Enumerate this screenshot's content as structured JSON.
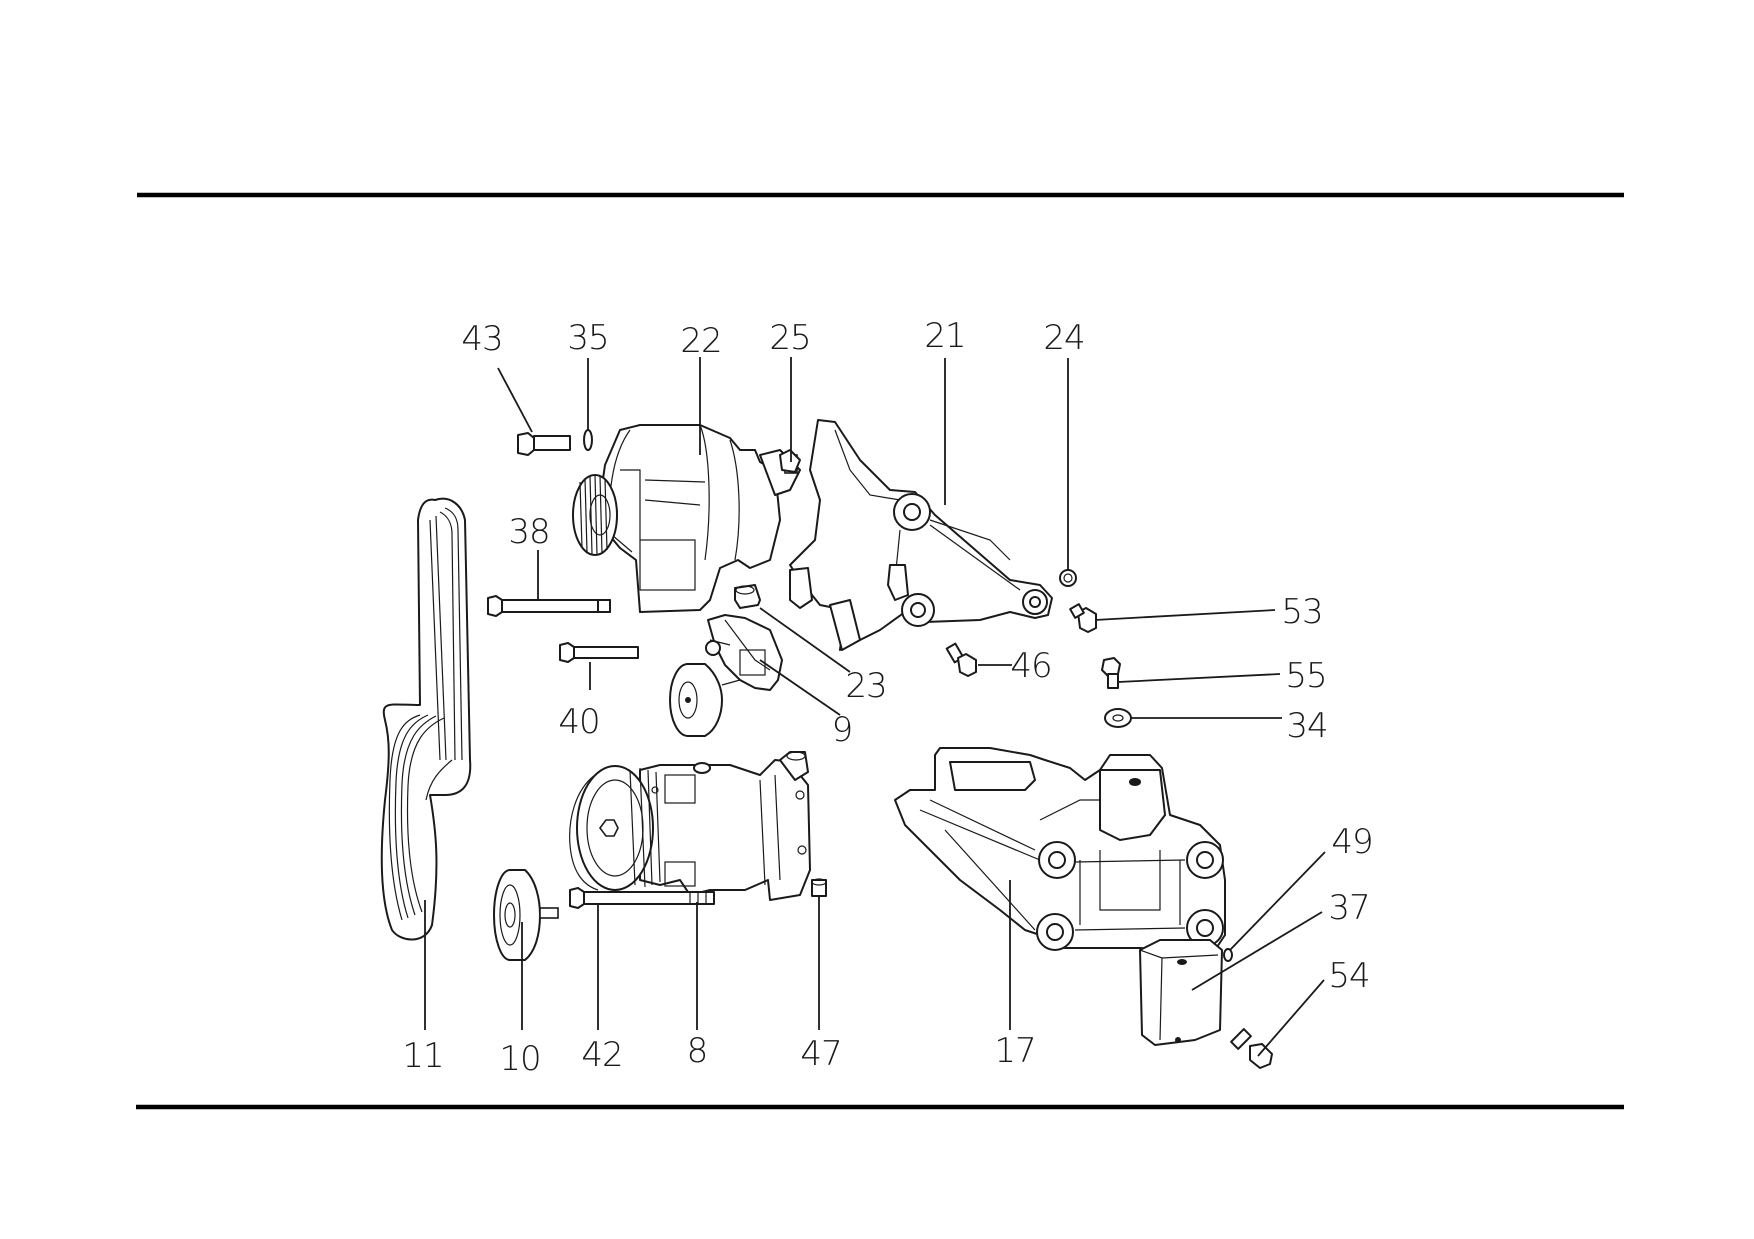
{
  "callouts": [
    {
      "id": "43",
      "text": "43"
    },
    {
      "id": "35",
      "text": "35"
    },
    {
      "id": "22",
      "text": "22"
    },
    {
      "id": "25",
      "text": "25"
    },
    {
      "id": "21",
      "text": "21"
    },
    {
      "id": "24",
      "text": "24"
    },
    {
      "id": "38",
      "text": "38"
    },
    {
      "id": "53",
      "text": "53"
    },
    {
      "id": "23",
      "text": "23"
    },
    {
      "id": "46",
      "text": "46"
    },
    {
      "id": "55",
      "text": "55"
    },
    {
      "id": "9",
      "text": "9"
    },
    {
      "id": "40",
      "text": "40"
    },
    {
      "id": "34",
      "text": "34"
    },
    {
      "id": "49",
      "text": "49"
    },
    {
      "id": "37",
      "text": "37"
    },
    {
      "id": "54",
      "text": "54"
    },
    {
      "id": "11",
      "text": "11"
    },
    {
      "id": "10",
      "text": "10"
    },
    {
      "id": "42",
      "text": "42"
    },
    {
      "id": "8",
      "text": "8"
    },
    {
      "id": "47",
      "text": "47"
    },
    {
      "id": "17",
      "text": "17"
    }
  ],
  "parts": {
    "belt": "serpentine-belt",
    "alternator": "alternator",
    "compressor": "ac-compressor",
    "tensioner": "belt-tensioner",
    "idler": "idler-pulley",
    "bracket_upper": "alternator-bracket",
    "bracket_lower": "compressor-bracket",
    "mount_block": "mount-block"
  }
}
